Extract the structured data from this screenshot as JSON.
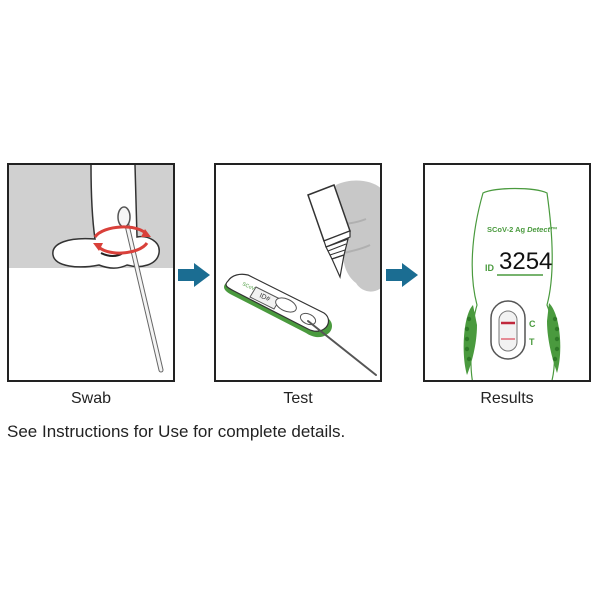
{
  "steps": [
    {
      "label": "Swab"
    },
    {
      "label": "Test"
    },
    {
      "label": "Results"
    }
  ],
  "device": {
    "brand": "SCoV-2 Ag",
    "brand_suffix": "Detect™",
    "id_label": "ID",
    "id_number": "3254",
    "control_mark": "C",
    "test_mark": "T",
    "cassette_tag": "ID#"
  },
  "footer_note": "See Instructions for Use for complete details.",
  "colors": {
    "accent_green": "#4a9a3e",
    "arrow_blue": "#1b6d92",
    "gray_area": "#d0d0d0",
    "swirl_red": "#d9403a"
  }
}
